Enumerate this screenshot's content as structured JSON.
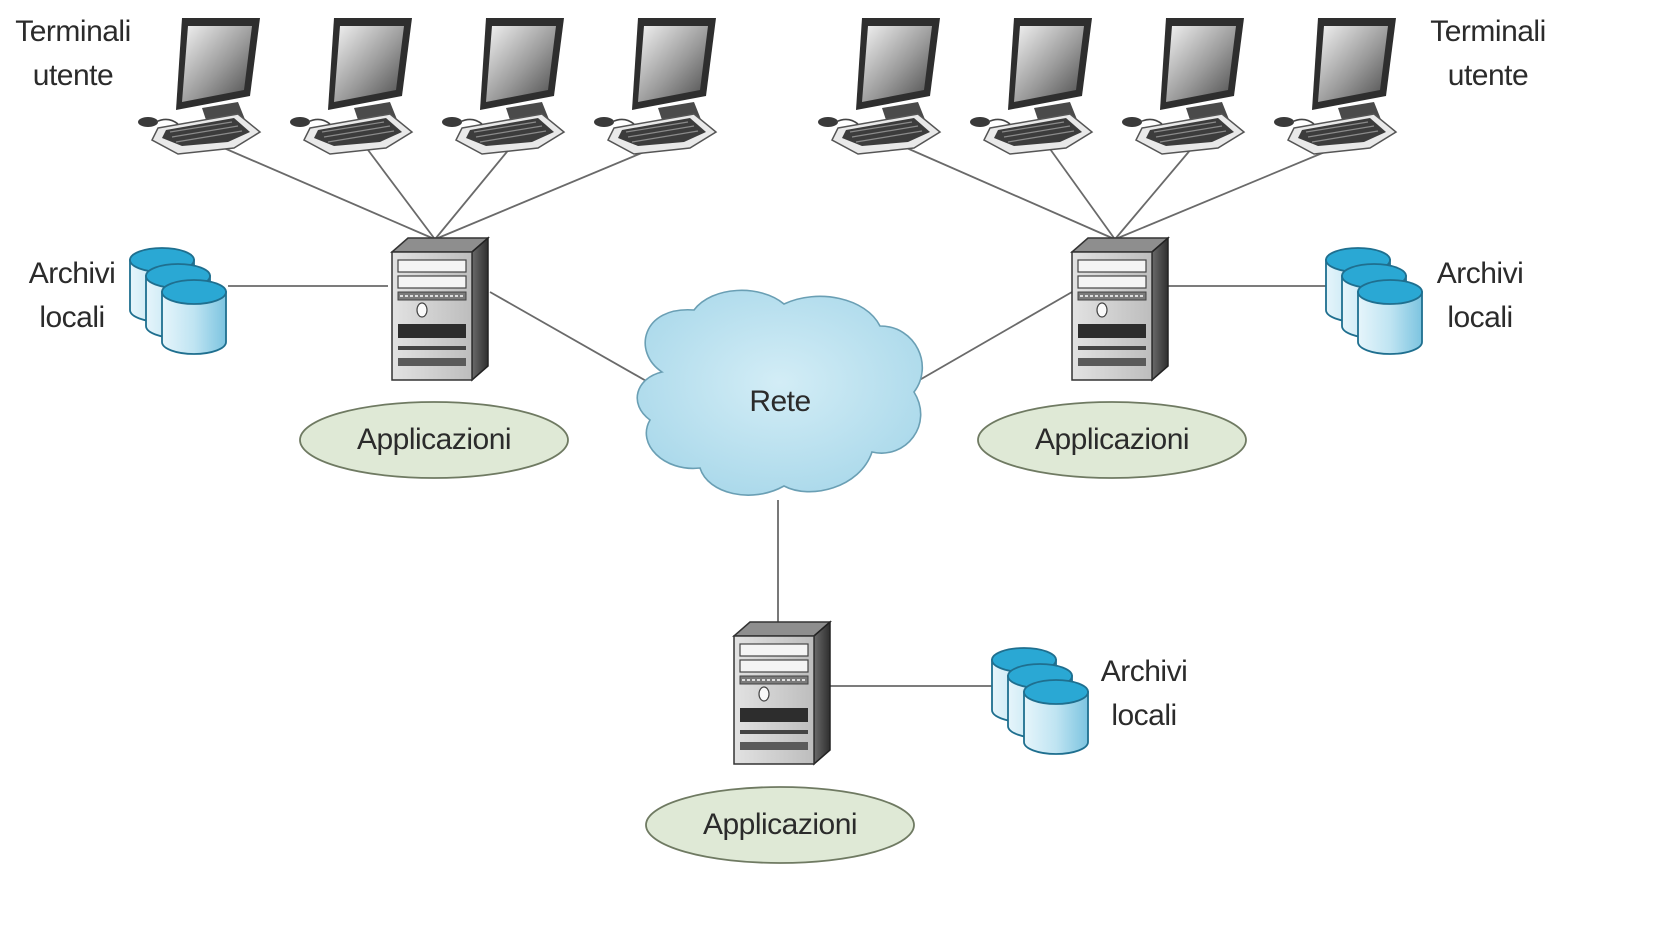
{
  "labels": {
    "terminals_left": [
      "Terminali",
      "utente"
    ],
    "terminals_right": [
      "Terminali",
      "utente"
    ],
    "archives_left": [
      "Archivi",
      "locali"
    ],
    "archives_right": [
      "Archivi",
      "locali"
    ],
    "archives_bottom": [
      "Archivi",
      "locali"
    ],
    "network": "Rete",
    "app_left": "Applicazioni",
    "app_right": "Applicazioni",
    "app_bottom": "Applicazioni"
  },
  "colors": {
    "cloud_fill": "#bfe3f0",
    "ellipse_fill": "#dfe9d6",
    "cylinder_top": "#2aa8d4",
    "cylinder_body": "#bfe4f2",
    "server_dark": "#3a3a3a",
    "server_light": "#c9c9c9",
    "line": "#666666"
  }
}
